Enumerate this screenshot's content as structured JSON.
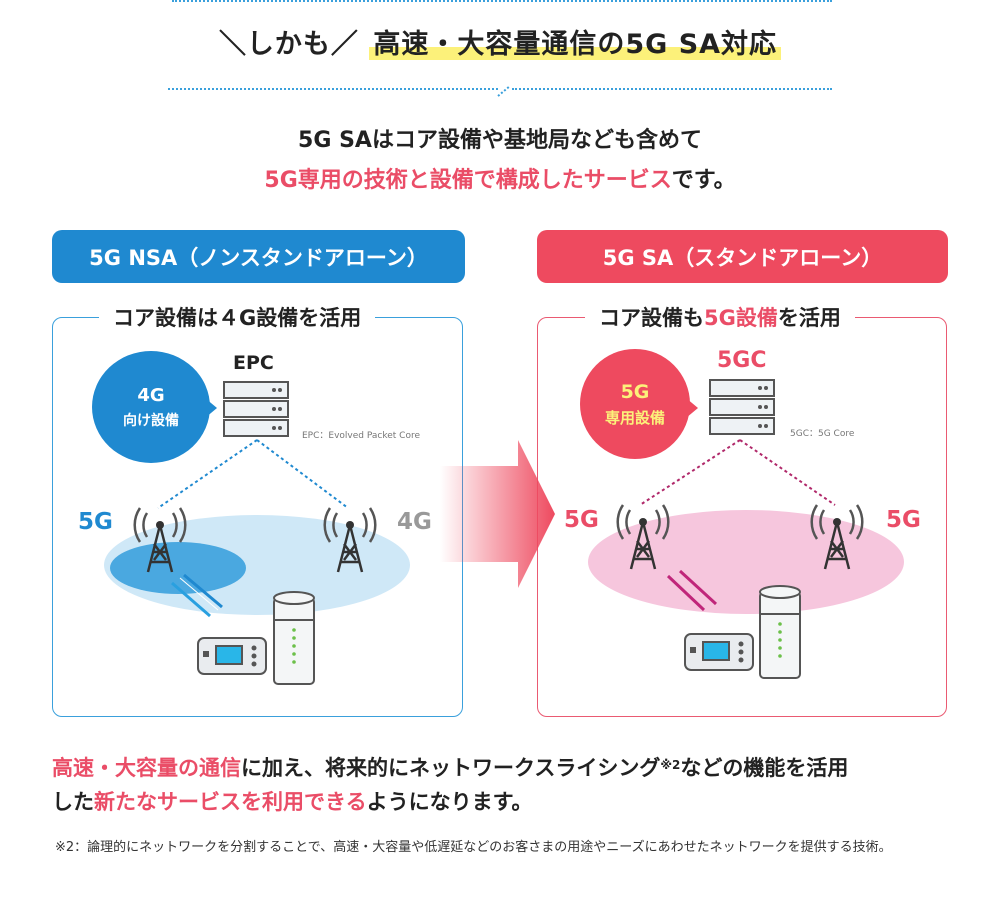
{
  "header": {
    "prefix": "＼しかも／",
    "title": "高速・大容量通信の5G SA対応"
  },
  "intro": {
    "line1": "5G SAはコア設備や基地局なども含めて",
    "line2_highlight": "5G専用の技術と設備で構成したサービス",
    "line2_tail": "です。"
  },
  "left": {
    "pill": "5G NSA（ノンスタンドアローン）",
    "core_title": "コア設備は４G設備を活用",
    "circle_line1": "4G",
    "circle_line2": "向け設備",
    "server_label": "EPC",
    "server_note": "EPC：Evolved Packet Core",
    "antenna_left": "5G",
    "antenna_right": "4G",
    "color": "#1f89d0"
  },
  "right": {
    "pill": "5G SA（スタンドアローン）",
    "core_title_prefix": "コア設備も",
    "core_title_highlight": "5G設備",
    "core_title_suffix": "を活用",
    "circle_line1": "5G",
    "circle_line2": "専用設備",
    "server_label": "5GC",
    "server_note": "5GC：5G Core",
    "antenna_left": "5G",
    "antenna_right": "5G",
    "color": "#ee4a5f"
  },
  "footer": {
    "part1": "高速・大容量の通信",
    "part2": "に加え、将来的にネットワークスライシング",
    "sup": "※2",
    "part3": "などの機能を活用",
    "part4": "した",
    "part5": "新たなサービスを利用できる",
    "part6": "ようになります。"
  },
  "note": "※2：論理的にネットワークを分割することで、高速・大容量や低遅延などのお客さまの用途やニーズにあわせたネットワークを提供する技術。"
}
